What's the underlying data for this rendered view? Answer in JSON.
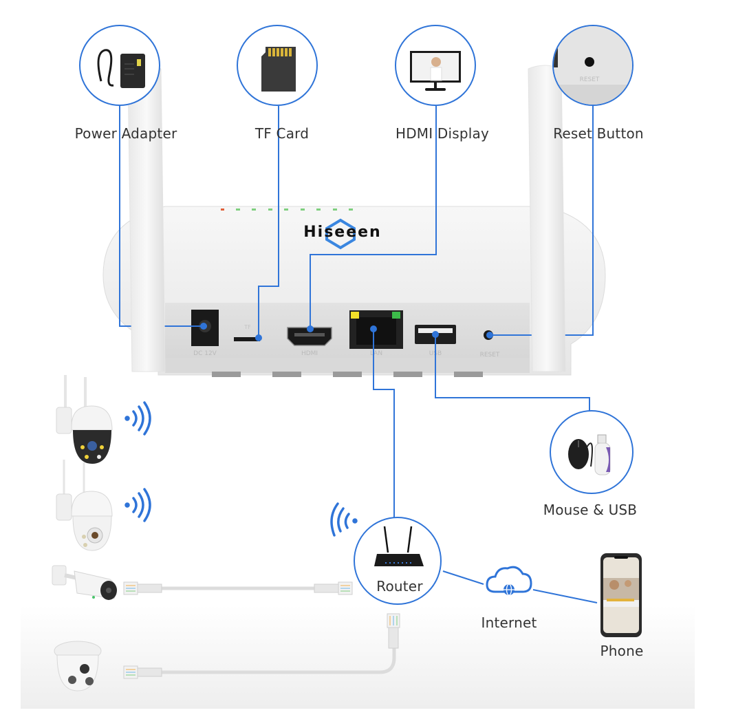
{
  "brand": "Hiseeen",
  "colors": {
    "accent_line": "#2f74d8",
    "text": "#333333",
    "device_body": "#f2f2f2",
    "led_orange": "#e0603a",
    "led_green": "#7fcf7f",
    "lan_led_yellow": "#f4e12a",
    "lan_led_green": "#3dbb4a"
  },
  "accessories": [
    {
      "id": "power-adapter",
      "label": "Power Adapter",
      "port": "DC 12V"
    },
    {
      "id": "tf-card",
      "label": "TF Card",
      "port": "TF"
    },
    {
      "id": "hdmi-display",
      "label": "HDMI Display",
      "port": "HDMI"
    },
    {
      "id": "reset-button",
      "label": "Reset Button",
      "port": "RESET"
    }
  ],
  "ports": {
    "dc": "DC  12V",
    "tf": "TF",
    "hdmi": "HDMI",
    "lan": "LAN",
    "usb": "USB",
    "reset": "RESET"
  },
  "reset_inset_text": "RESET",
  "peripherals": {
    "mouse_usb": "Mouse & USB",
    "router": "Router",
    "internet": "Internet",
    "phone": "Phone"
  },
  "cameras": [
    {
      "type": "wifi-ptz-black",
      "connection": "wifi"
    },
    {
      "type": "wifi-ptz-white",
      "connection": "wifi"
    },
    {
      "type": "bullet",
      "connection": "ethernet"
    },
    {
      "type": "dome",
      "connection": "ethernet"
    }
  ]
}
